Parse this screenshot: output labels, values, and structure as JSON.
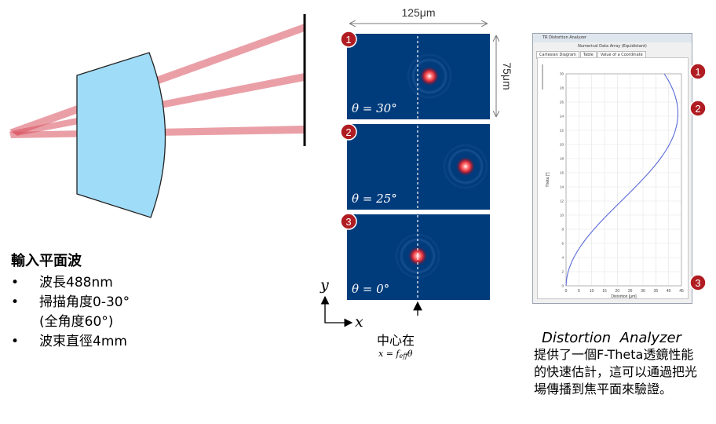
{
  "left_panel": {
    "title": "輸入平面波",
    "bullets": [
      {
        "bullet": "•",
        "text": "波長488nm"
      },
      {
        "bullet": "•",
        "text": "掃描角度0-30°"
      },
      {
        "bullet": "",
        "text": "(全角度60°)"
      },
      {
        "bullet": "•",
        "text": "波束直徑4mm"
      }
    ]
  },
  "spots": {
    "width_label": "125μm",
    "height_label": "75μm",
    "panels": [
      {
        "badge": "1",
        "angle_label": "θ = 30°"
      },
      {
        "badge": "2",
        "angle_label": "θ = 25°"
      },
      {
        "badge": "3",
        "angle_label": "θ = 0°"
      }
    ],
    "axis_y": "y",
    "axis_x": "x",
    "center_label": "中心在",
    "center_formula": "x = f",
    "center_formula_sub": "eff",
    "center_formula_tail": "θ"
  },
  "analyzer": {
    "window_title": "TR Distortion Analyzer",
    "subtitle": "Numerical Data Array (Equidistant)",
    "tabs": [
      "Cartesian Diagram",
      "Table",
      "Value of a Coordinate"
    ],
    "xlabel": "Distortion [µm]",
    "ylabel": "Theta [°]",
    "x_ticks": [
      "0",
      "5",
      "10",
      "15",
      "20",
      "25",
      "30",
      "35",
      "40",
      "45"
    ],
    "y_ticks": [
      "0",
      "2",
      "4",
      "6",
      "8",
      "10",
      "12",
      "14",
      "16",
      "18",
      "20",
      "22",
      "24",
      "26",
      "28",
      "30"
    ],
    "markers": [
      "1",
      "2",
      "3"
    ]
  },
  "caption": {
    "title": "Distortion  Analyzer",
    "body": "提供了一個F-Theta透鏡性能的快速估計，這可以通過把光場傳播到焦平面來驗證。"
  },
  "colors": {
    "badge": "#b01c22",
    "dashed": "#c00000",
    "lens": "#9fdcf7",
    "beam": "#d9505e",
    "spot_bg": "#003b7c",
    "curve": "#5a6bd8"
  }
}
